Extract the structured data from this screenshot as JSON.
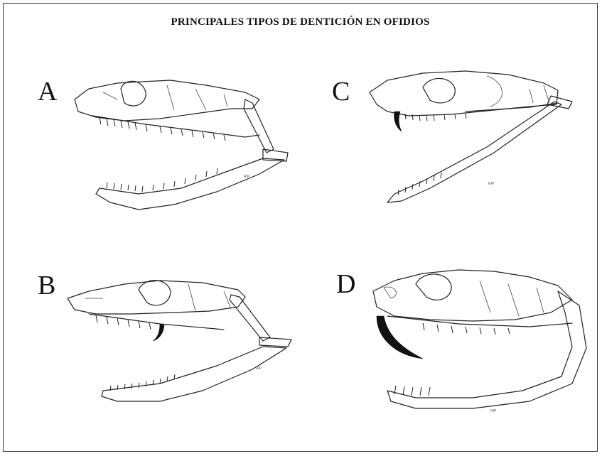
{
  "title": "PRINCIPALES TIPOS DE DENTICIÓN EN OFIDIOS",
  "panels": [
    {
      "letter": "A",
      "dentition": "aglyphous",
      "fang": "none"
    },
    {
      "letter": "C",
      "dentition": "proteroglyphous",
      "fang": "front-fixed"
    },
    {
      "letter": "B",
      "dentition": "opisthoglyphous",
      "fang": "rear"
    },
    {
      "letter": "D",
      "dentition": "solenoglyphous",
      "fang": "front-hinged-large"
    }
  ],
  "colors": {
    "line": "#222222",
    "fang": "#111111",
    "background": "#ffffff"
  }
}
